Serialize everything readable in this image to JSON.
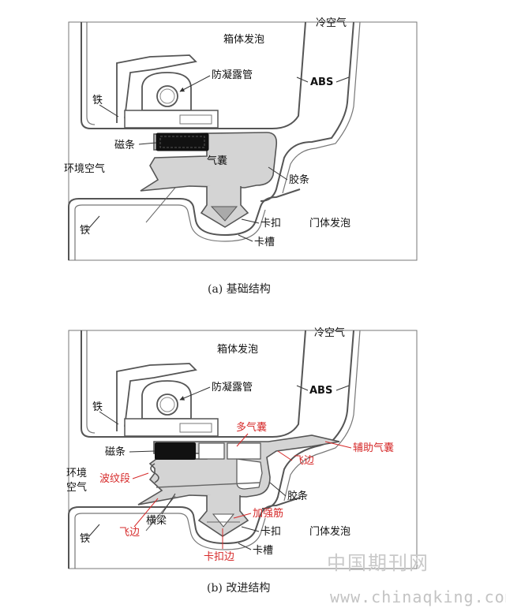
{
  "top": {
    "caption": "(a) 基础结构",
    "labels": {
      "cold_air": "冷空气",
      "box_foam": "箱体发泡",
      "anti_condensation_pipe": "防凝露管",
      "abs": "ABS",
      "iron_top": "铁",
      "magnet_strip": "磁条",
      "airbag": "气囊",
      "ambient_air": "环境空气",
      "gasket": "胶条",
      "clip": "卡扣",
      "door_foam": "门体发泡",
      "iron_bottom": "铁",
      "groove": "卡槽"
    }
  },
  "bottom": {
    "caption": "(b) 改进结构",
    "labels": {
      "cold_air": "冷空气",
      "box_foam": "箱体发泡",
      "anti_condensation_pipe": "防凝露管",
      "abs": "ABS",
      "iron_top": "铁",
      "multi_airbag": "多气囊",
      "aux_airbag": "辅助气囊",
      "magnet_strip": "磁条",
      "flap_right": "飞边",
      "ambient_air_1": "环境",
      "ambient_air_2": "空气",
      "wave_section": "波纹段",
      "gasket": "胶条",
      "reinforcing_rib": "加强筋",
      "crossbeam": "横梁",
      "flap_left": "飞边",
      "clip": "卡扣",
      "door_foam": "门体发泡",
      "iron_bottom": "铁",
      "clip_edge": "卡扣边",
      "groove": "卡槽"
    }
  },
  "watermark": {
    "line1": "中国期刊网",
    "line2": "www.chinaqking.com"
  },
  "colors": {
    "annotation_red": "#d62a2a",
    "frame": "#555555",
    "gasket_fill": "#d4d4d4",
    "magnet": "#111111"
  }
}
